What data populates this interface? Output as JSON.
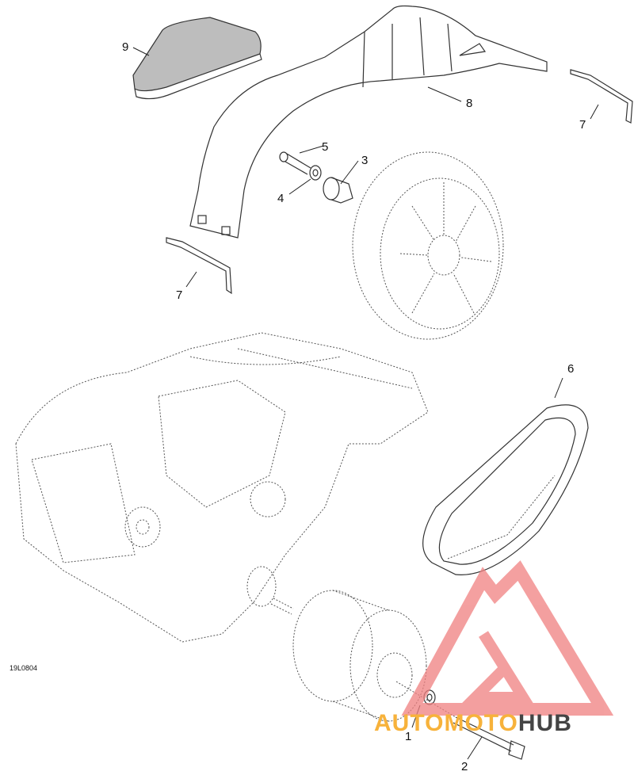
{
  "diagram_code": "19L0804",
  "callouts": [
    {
      "id": "c1",
      "text": "1"
    },
    {
      "id": "c2",
      "text": "2"
    },
    {
      "id": "c3",
      "text": "3"
    },
    {
      "id": "c4",
      "text": "4"
    },
    {
      "id": "c5",
      "text": "5"
    },
    {
      "id": "c6",
      "text": "6"
    },
    {
      "id": "c7a",
      "text": "7"
    },
    {
      "id": "c7b",
      "text": "7"
    },
    {
      "id": "c8",
      "text": "8"
    },
    {
      "id": "c9",
      "text": "9"
    }
  ],
  "watermark": {
    "part1": "AUTOMOTO",
    "part2": "HUB",
    "color_primary": "#f7b23b",
    "color_secondary": "#444444",
    "logo_color": "#f08080"
  },
  "colors": {
    "line": "#333333",
    "background": "#ffffff"
  }
}
